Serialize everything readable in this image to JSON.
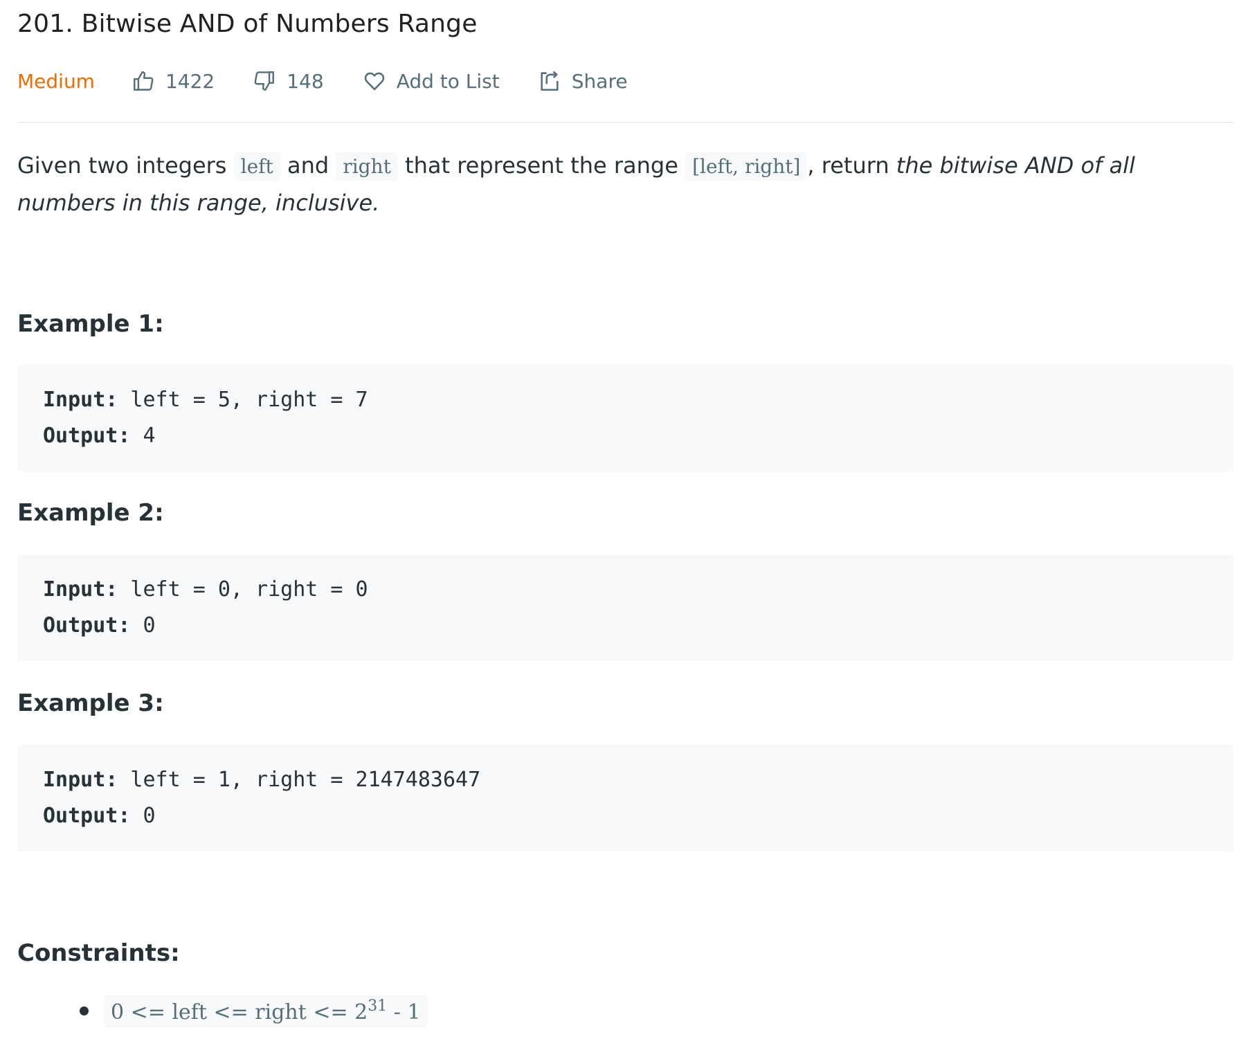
{
  "problem": {
    "title": "201. Bitwise AND of Numbers Range",
    "difficulty": "Medium",
    "likes": "1422",
    "dislikes": "148",
    "add_to_list_label": "Add to List",
    "share_label": "Share"
  },
  "description": {
    "p1": "Given two integers ",
    "code1": "left",
    "p2": " and ",
    "code2": "right",
    "p3": " that represent the range ",
    "code3": "[left, right]",
    "p4": ", return ",
    "em": "the bitwise AND of all numbers in this range, inclusive",
    "p5": "."
  },
  "examples": [
    {
      "heading": "Example 1:",
      "input_label": "Input:",
      "input_value": " left = 5, right = 7",
      "output_label": "Output:",
      "output_value": " 4"
    },
    {
      "heading": "Example 2:",
      "input_label": "Input:",
      "input_value": " left = 0, right = 0",
      "output_label": "Output:",
      "output_value": " 0"
    },
    {
      "heading": "Example 3:",
      "input_label": "Input:",
      "input_value": " left = 1, right = 2147483647",
      "output_label": "Output:",
      "output_value": " 0"
    }
  ],
  "constraints": {
    "heading": "Constraints:",
    "items": [
      {
        "prefix": "0 <= left <= right <= 2",
        "superscript": "31",
        "suffix": " - 1"
      }
    ]
  },
  "colors": {
    "difficulty": "#ef6c00",
    "meta_text": "#546e7a",
    "code_bg": "#f7f9fa",
    "text": "#263238"
  },
  "icons": [
    "thumbs-up-icon",
    "thumbs-down-icon",
    "heart-icon",
    "share-icon"
  ]
}
